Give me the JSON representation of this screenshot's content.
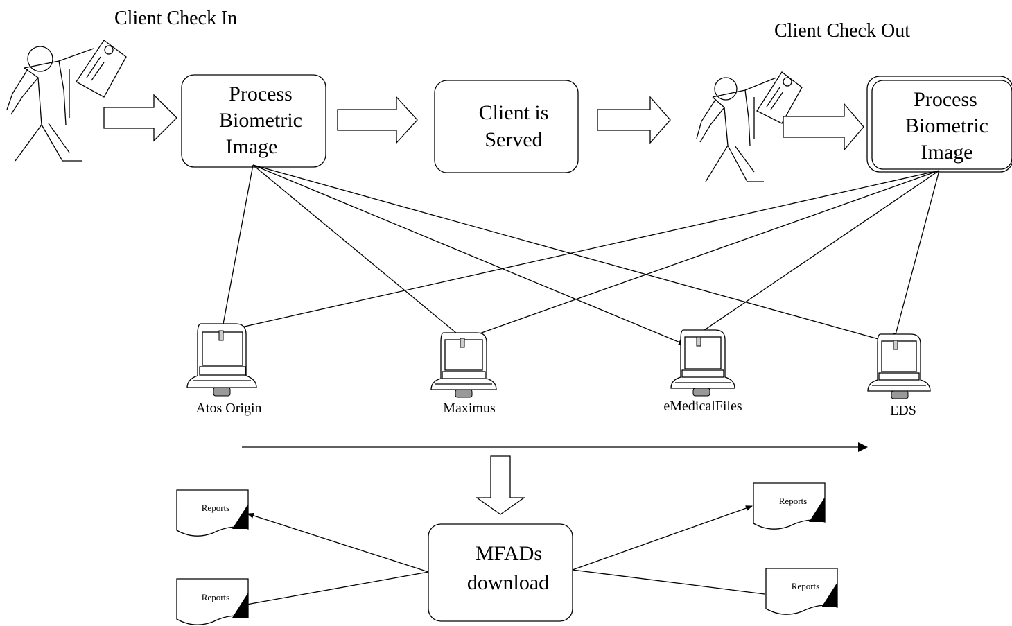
{
  "headings": {
    "check_in": "Client Check In",
    "check_out": "Client Check Out"
  },
  "boxes": {
    "process_in": [
      "Process",
      "Biometric",
      "Image"
    ],
    "served": [
      "Client is",
      "Served"
    ],
    "process_out": [
      "Process",
      "Biometric",
      "Image"
    ],
    "mfads": [
      "MFADs",
      "download"
    ]
  },
  "computers": {
    "atos": "Atos Origin",
    "maximus": "Maximus",
    "emedical": "eMedicalFiles",
    "eds": "EDS"
  },
  "reports": {
    "r1": "Reports",
    "r2": "Reports",
    "r3": "Reports",
    "r4": "Reports"
  }
}
